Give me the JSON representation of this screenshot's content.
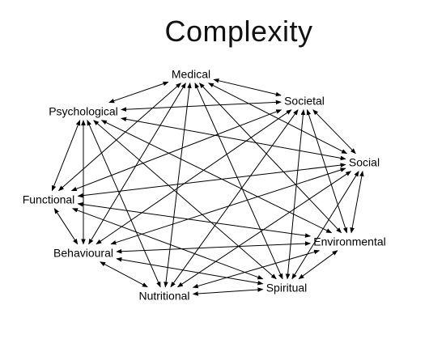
{
  "slide": {
    "title": "Complexity"
  },
  "diagram": {
    "nodes": [
      {
        "id": "medical",
        "label": "Medical"
      },
      {
        "id": "societal",
        "label": "Societal"
      },
      {
        "id": "psychological",
        "label": "Psychological"
      },
      {
        "id": "social",
        "label": "Social"
      },
      {
        "id": "functional",
        "label": "Functional"
      },
      {
        "id": "environmental",
        "label": "Environmental"
      },
      {
        "id": "behavioural",
        "label": "Behavioural"
      },
      {
        "id": "spiritual",
        "label": "Spiritual"
      },
      {
        "id": "nutritional",
        "label": "Nutritional"
      }
    ],
    "edges": [
      [
        "medical",
        "psychological"
      ],
      [
        "medical",
        "societal"
      ],
      [
        "medical",
        "functional"
      ],
      [
        "medical",
        "behavioural"
      ],
      [
        "medical",
        "nutritional"
      ],
      [
        "medical",
        "social"
      ],
      [
        "medical",
        "environmental"
      ],
      [
        "medical",
        "spiritual"
      ],
      [
        "psychological",
        "societal"
      ],
      [
        "psychological",
        "functional"
      ],
      [
        "psychological",
        "behavioural"
      ],
      [
        "psychological",
        "nutritional"
      ],
      [
        "psychological",
        "social"
      ],
      [
        "psychological",
        "spiritual"
      ],
      [
        "psychological",
        "environmental"
      ],
      [
        "societal",
        "social"
      ],
      [
        "societal",
        "functional"
      ],
      [
        "societal",
        "behavioural"
      ],
      [
        "societal",
        "nutritional"
      ],
      [
        "societal",
        "environmental"
      ],
      [
        "societal",
        "spiritual"
      ],
      [
        "social",
        "functional"
      ],
      [
        "social",
        "behavioural"
      ],
      [
        "social",
        "nutritional"
      ],
      [
        "social",
        "environmental"
      ],
      [
        "social",
        "spiritual"
      ],
      [
        "functional",
        "behavioural"
      ],
      [
        "functional",
        "environmental"
      ],
      [
        "functional",
        "spiritual"
      ],
      [
        "behavioural",
        "environmental"
      ],
      [
        "behavioural",
        "nutritional"
      ],
      [
        "behavioural",
        "spiritual"
      ],
      [
        "environmental",
        "nutritional"
      ],
      [
        "environmental",
        "spiritual"
      ],
      [
        "nutritional",
        "spiritual"
      ]
    ]
  }
}
